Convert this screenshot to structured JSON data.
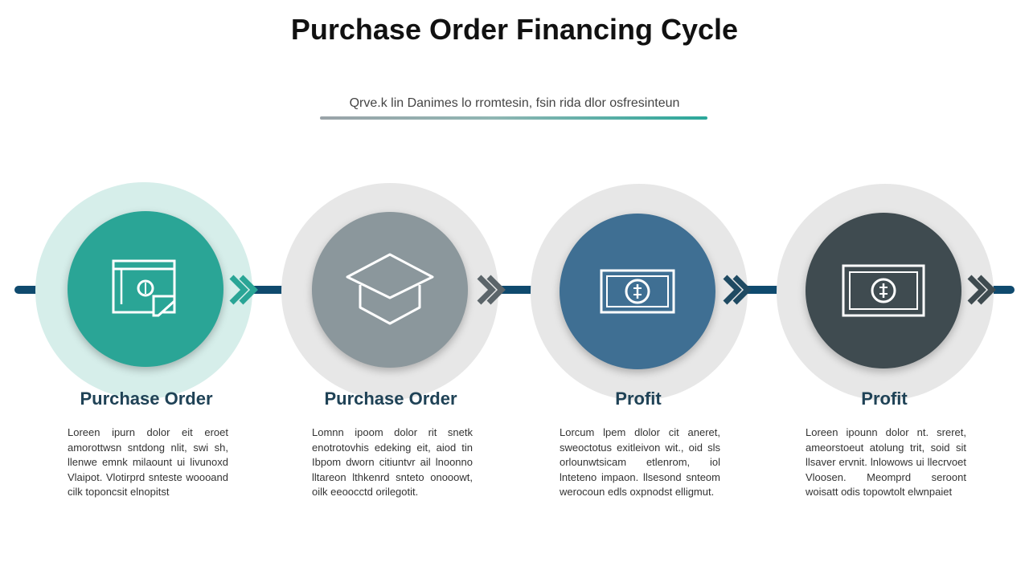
{
  "header": {
    "title": "Purchase Order Financing Cycle",
    "subtitle": "Qrve.k lin Danimes lo rromtesin, fsin rida dlor osfresinteun"
  },
  "colors": {
    "line": "#0f4a6e",
    "chevron": "#1f4a62",
    "step1": "#2aa596",
    "step2": "#8b979c",
    "step3": "#3f6f93",
    "step4": "#3f4b50"
  },
  "steps": [
    {
      "title": "Purchase Order",
      "icon": "purchase-order-document-icon",
      "description": "Loreen ipurn dolor eit eroet amorottwsn sntdong nlit, swi sh, llenwe emnk milaount ui livunoxd Vlaipot. Vlotirprd snteste woooand cilk toponcsit elnopitst"
    },
    {
      "title": "Purchase Order",
      "icon": "graduation-cap-icon",
      "description": "Lomnn ipoom dolor rit snetk enotrotovhis edeking eit, aiod tin Ibpom dworn citiuntvr ail lnoonno lltareon lthkenrd snteto onooowt, oilk eeoocctd orilegotit."
    },
    {
      "title": "Profit",
      "icon": "dollar-bill-icon",
      "description": "Lorcum lpem dlolor cit aneret, sweoctotus exitleivon wit., oid sls orlounwtsicam etlenrom, iol lnteteno impaon. llsesond snteom werocoun edls oxpnodst elligmut."
    },
    {
      "title": "Profit",
      "icon": "dollar-bill-icon",
      "description": "Loreen ipounn dolor nt. sreret, ameorstoeut atolung trit, soid sit llsaver ervnit. lnlowows ui llecrvoet Vloosen. Meomprd seroont woisatt odis topowtolt elwnpaiet"
    }
  ]
}
